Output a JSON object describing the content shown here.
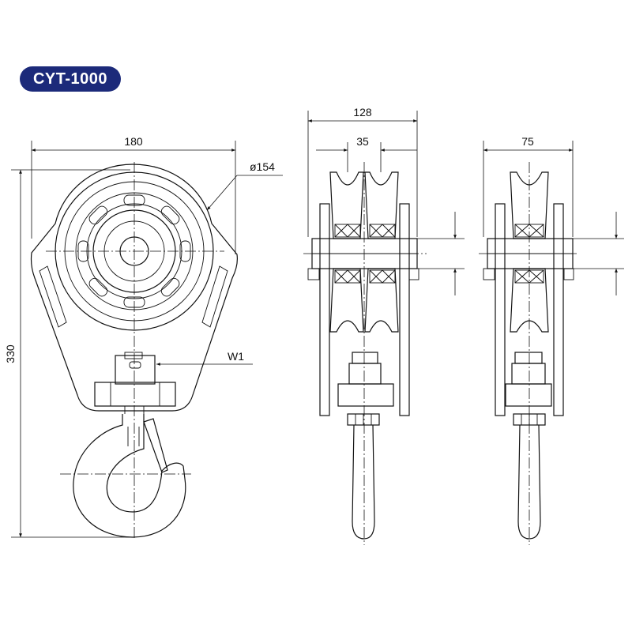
{
  "model": "CYT-1000",
  "dimensions": {
    "front_width": "180",
    "sheave_diameter": "ø154",
    "height": "330",
    "weight_label": "W1",
    "side_double_width": "128",
    "side_sheave_width": "35",
    "side_single_width": "75"
  },
  "colors": {
    "badge_background": "#1c2a7a",
    "badge_text": "#ffffff",
    "line": "#111111"
  }
}
